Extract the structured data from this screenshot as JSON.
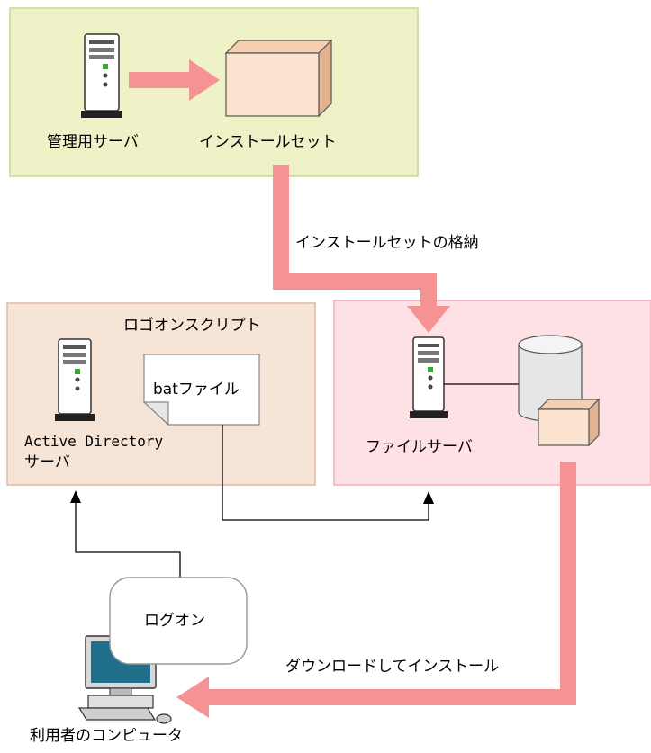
{
  "colors": {
    "admin_region": "#eef2c6",
    "ad_region": "#f6e4d7",
    "fileserver_region": "#fde1e5",
    "arrow": "#f59294",
    "package": "#fbe3d0",
    "line": "#000000"
  },
  "nodes": {
    "management_server": "管理用サーバ",
    "install_set": "インストールセット",
    "logon_script": "ロゴオンスクリプト",
    "bat_file": "batファイル",
    "ad_server_line1": "Active Directory",
    "ad_server_line2": "サーバ",
    "file_server": "ファイルサーバ",
    "logon": "ログオン",
    "user_computer": "利用者のコンピュータ"
  },
  "edges": {
    "store_install_set": "インストールセットの格納",
    "download_install": "ダウンロードしてインストール"
  },
  "icons": [
    "server-icon",
    "package-box-icon",
    "document-icon",
    "database-cylinder-icon",
    "desktop-computer-icon"
  ]
}
